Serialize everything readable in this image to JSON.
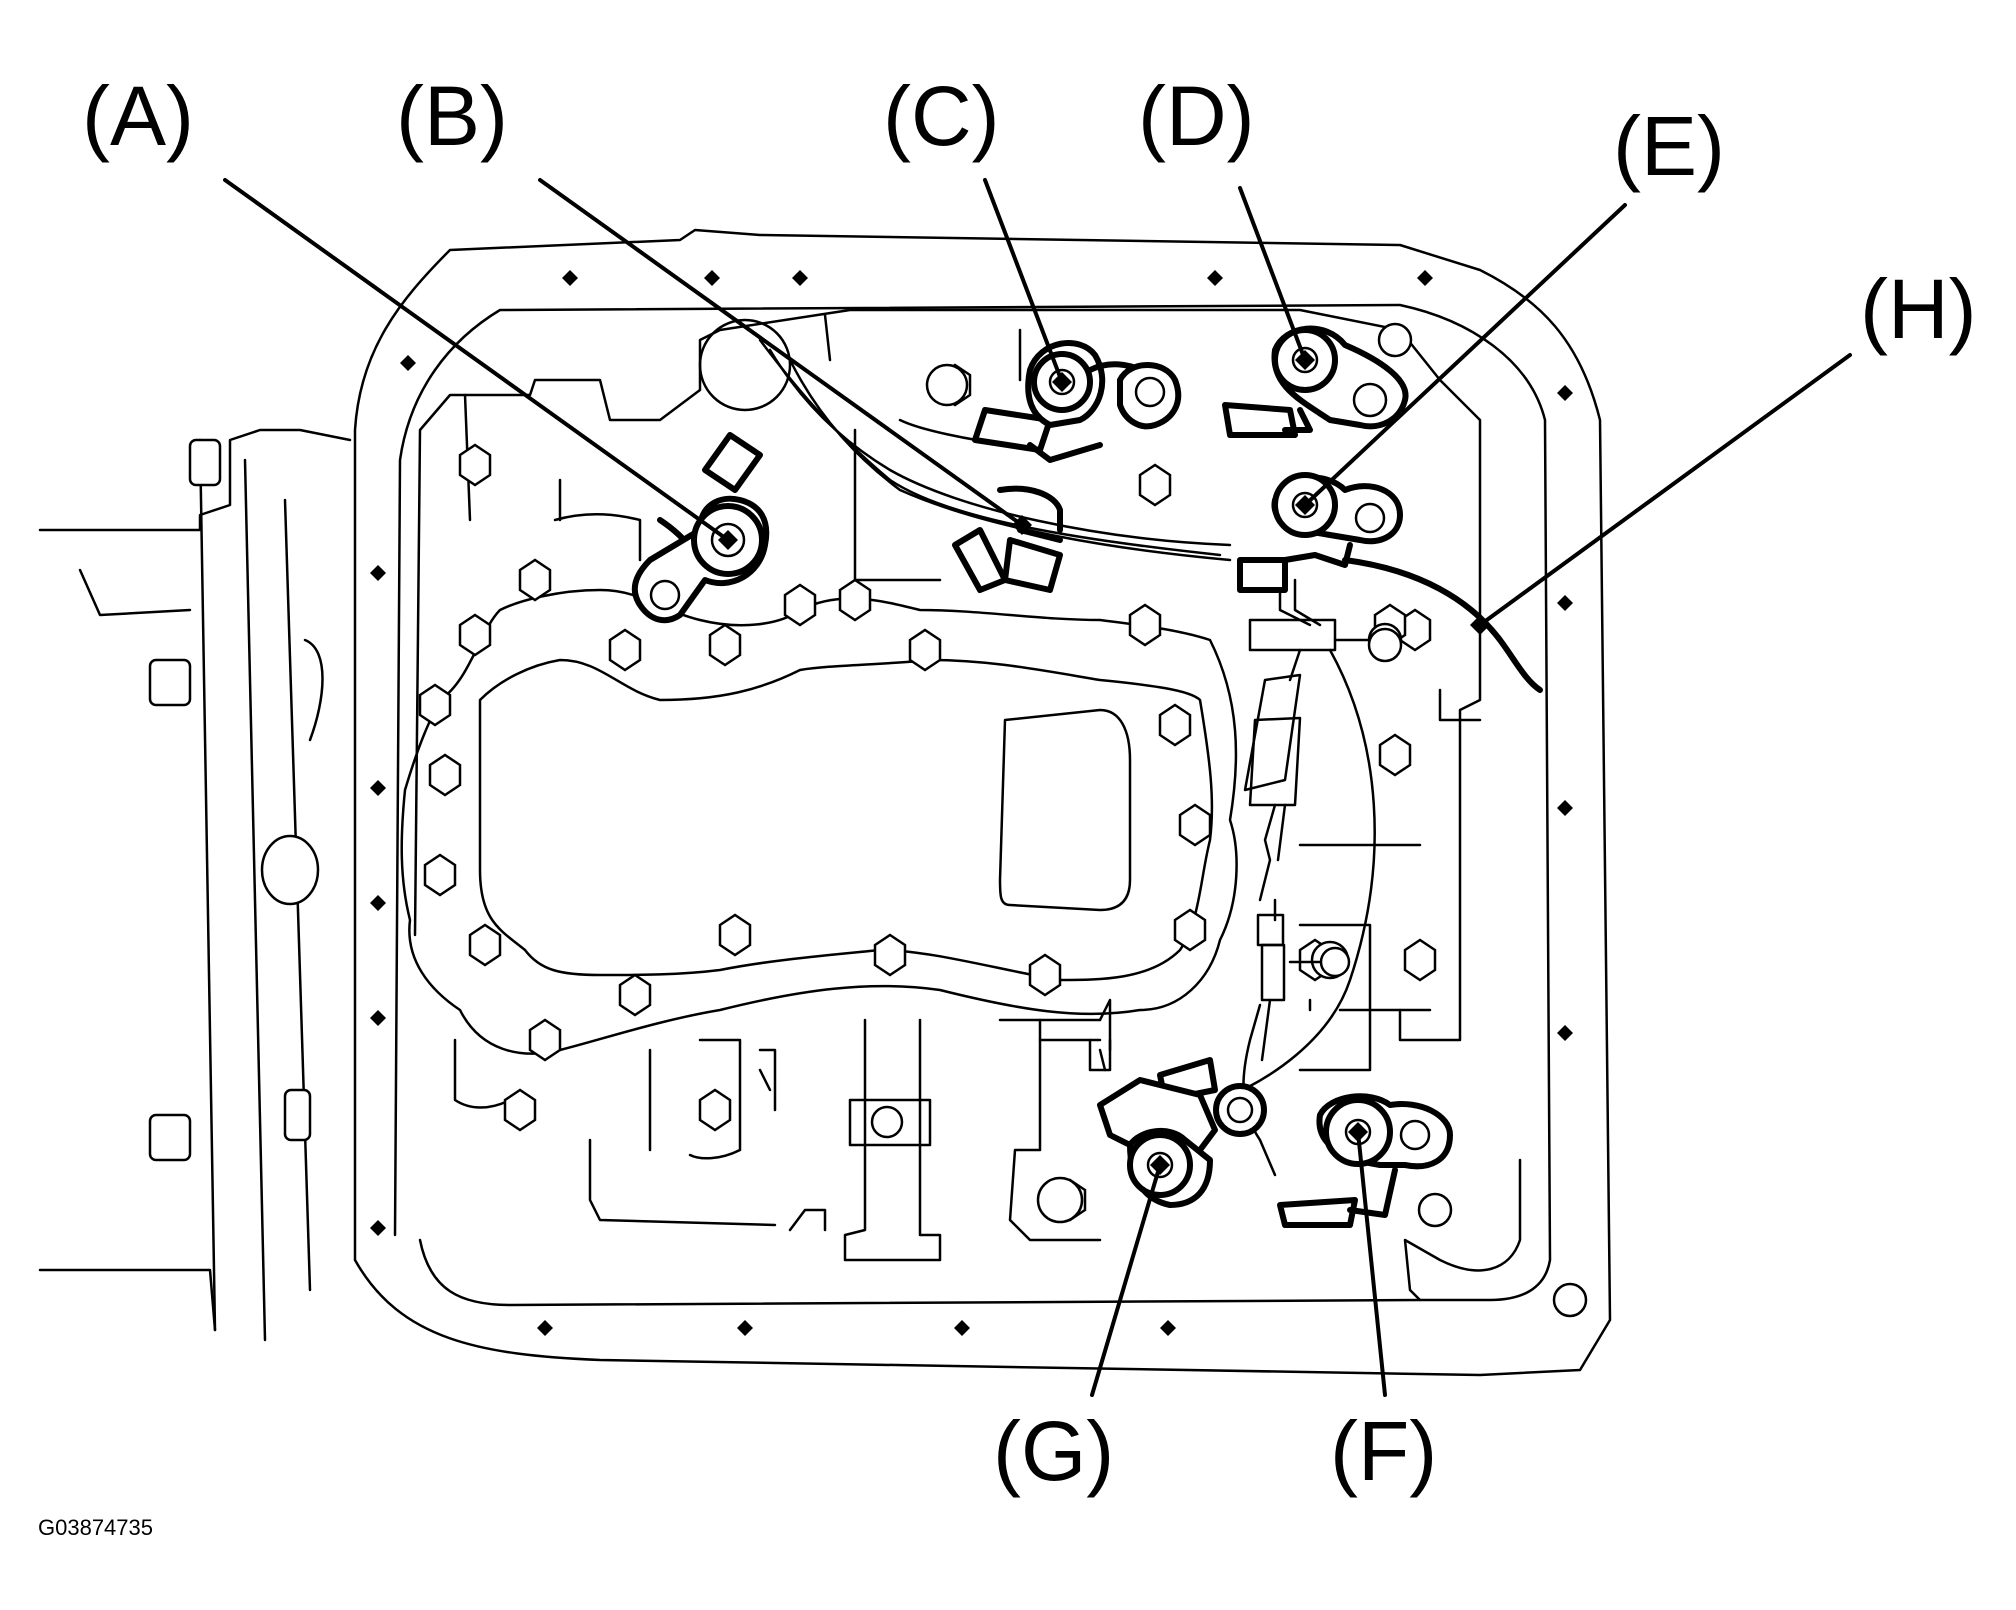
{
  "figure_id": "G03874735",
  "callouts": {
    "a": "(A)",
    "b": "(B)",
    "c": "(C)",
    "d": "(D)",
    "e": "(E)",
    "f": "(F)",
    "g": "(G)",
    "h": "(H)"
  }
}
